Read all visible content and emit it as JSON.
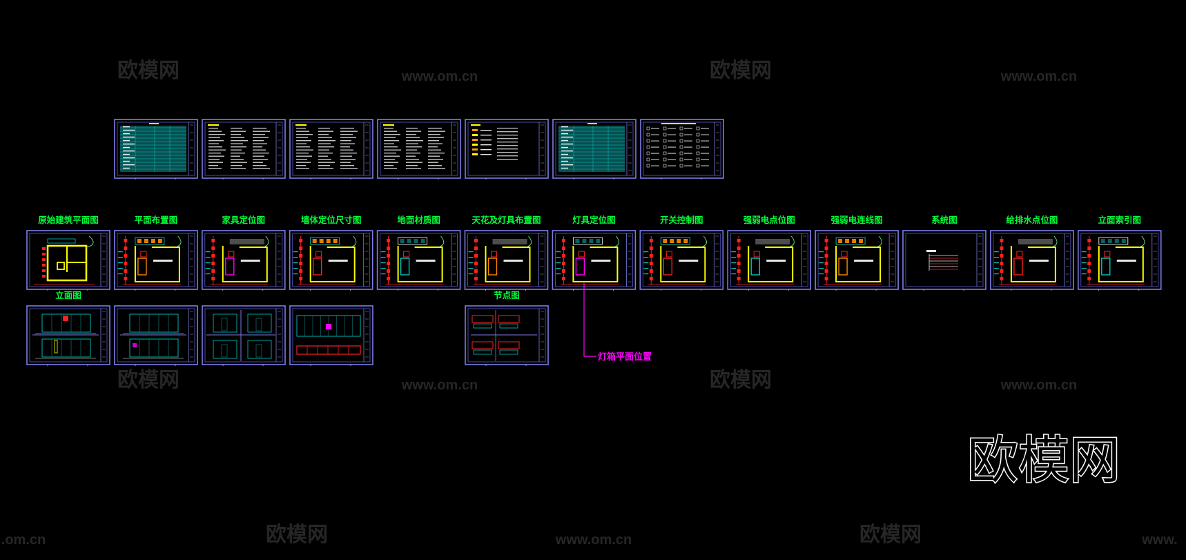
{
  "canvas": {
    "background": "#000000"
  },
  "colors": {
    "frame": "#7c7ce8",
    "label": "#00ff3a",
    "callout": "#ff00ff",
    "wall": "#ffff00",
    "red": "#ff2020",
    "cyan": "#00c8c8",
    "teal": "#0a6b6b",
    "white": "#e8e8e8"
  },
  "watermark": {
    "brand": "欧模网",
    "site": "www.om.cn",
    "site_partial_left": ".om.cn",
    "site_partial_right": "www."
  },
  "row_index": [
    {
      "sheets": [
        {
          "kind": "table"
        },
        {
          "kind": "text"
        },
        {
          "kind": "text"
        },
        {
          "kind": "text"
        },
        {
          "kind": "legend"
        },
        {
          "kind": "table"
        },
        {
          "kind": "symbols"
        }
      ]
    }
  ],
  "row_plans": {
    "sheets": [
      {
        "title": "原始建筑平面图",
        "kind": "original"
      },
      {
        "title": "平面布置图",
        "kind": "plan"
      },
      {
        "title": "家具定位图",
        "kind": "plan"
      },
      {
        "title": "墙体定位尺寸图",
        "kind": "plan"
      },
      {
        "title": "地面材质图",
        "kind": "plan"
      },
      {
        "title": "天花及灯具布置图",
        "kind": "plan"
      },
      {
        "title": "灯具定位图",
        "kind": "plan"
      },
      {
        "title": "开关控制图",
        "kind": "plan"
      },
      {
        "title": "强弱电点位图",
        "kind": "plan"
      },
      {
        "title": "强弱电连线图",
        "kind": "plan"
      },
      {
        "title": "系统图",
        "kind": "system"
      },
      {
        "title": "给排水点位图",
        "kind": "plan"
      },
      {
        "title": "立面索引图",
        "kind": "plan"
      }
    ]
  },
  "row_elev": {
    "sheets": [
      {
        "title": "立面图",
        "kind": "elevation"
      },
      {
        "title": "",
        "kind": "elevation"
      },
      {
        "title": "",
        "kind": "elevation4"
      },
      {
        "title": "",
        "kind": "elevation-wide"
      },
      {
        "title": "节点图",
        "kind": "detail"
      }
    ]
  },
  "callout": {
    "label": "灯箱平面位置"
  }
}
